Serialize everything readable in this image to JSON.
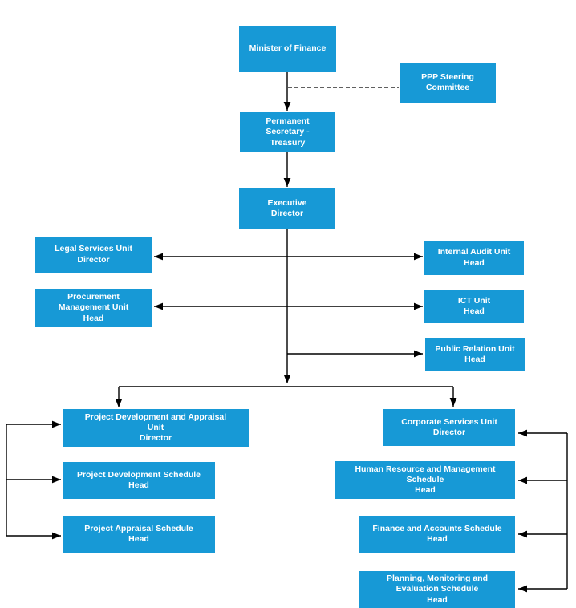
{
  "colors": {
    "box_fill": "#1799d6",
    "box_text": "#ffffff",
    "line_color": "#000000",
    "background": "#ffffff"
  },
  "nodes": {
    "minister": {
      "label": "Minister of Finance"
    },
    "ppp_steering_committee": {
      "label": "PPP Steering\nCommittee"
    },
    "permanent_secretary": {
      "label": "Permanent\nSecretary -\nTreasury"
    },
    "executive_director": {
      "label": "Executive\nDirector"
    },
    "legal_services_unit": {
      "label": "Legal Services Unit\nDirector"
    },
    "procurement_management_unit": {
      "label": "Procurement\nManagement Unit\nHead"
    },
    "internal_audit_unit": {
      "label": "Internal Audit Unit\nHead"
    },
    "ict_unit": {
      "label": "ICT Unit\nHead"
    },
    "public_relation_unit": {
      "label": "Public Relation Unit\nHead"
    },
    "project_development_appraisal_unit": {
      "label": "Project Development and Appraisal\nUnit\nDirector"
    },
    "project_development_schedule": {
      "label": "Project Development Schedule\nHead"
    },
    "project_appraisal_schedule": {
      "label": "Project Appraisal Schedule\nHead"
    },
    "corporate_services_unit": {
      "label": "Corporate Services Unit\nDirector"
    },
    "human_resource_management_schedule": {
      "label": "Human Resource and Management\nSchedule\nHead"
    },
    "finance_accounts_schedule": {
      "label": "Finance and Accounts Schedule\nHead"
    },
    "planning_monitoring_evaluation_schedule": {
      "label": "Planning, Monitoring and\nEvaluation Schedule\nHead"
    }
  },
  "edges": [
    {
      "from": "minister",
      "to": "permanent_secretary",
      "style": "solid_arrow"
    },
    {
      "from": "minister",
      "to": "ppp_steering_committee",
      "style": "dashed"
    },
    {
      "from": "permanent_secretary",
      "to": "executive_director",
      "style": "solid_arrow"
    },
    {
      "between": [
        "legal_services_unit",
        "internal_audit_unit"
      ],
      "style": "double_arrow_through_executive_director"
    },
    {
      "between": [
        "procurement_management_unit",
        "ict_unit"
      ],
      "style": "double_arrow_through_executive_director"
    },
    {
      "from": "executive_director",
      "to": "public_relation_unit",
      "style": "solid_arrow"
    },
    {
      "from": "executive_director",
      "to": "project_development_appraisal_unit",
      "style": "solid_arrow"
    },
    {
      "from": "executive_director",
      "to": "corporate_services_unit",
      "style": "solid_arrow"
    },
    {
      "group": [
        "project_development_appraisal_unit",
        "project_development_schedule",
        "project_appraisal_schedule"
      ],
      "style": "left_bracket_arrows"
    },
    {
      "group": [
        "corporate_services_unit",
        "human_resource_management_schedule",
        "finance_accounts_schedule",
        "planning_monitoring_evaluation_schedule"
      ],
      "style": "right_bracket_arrows"
    }
  ]
}
